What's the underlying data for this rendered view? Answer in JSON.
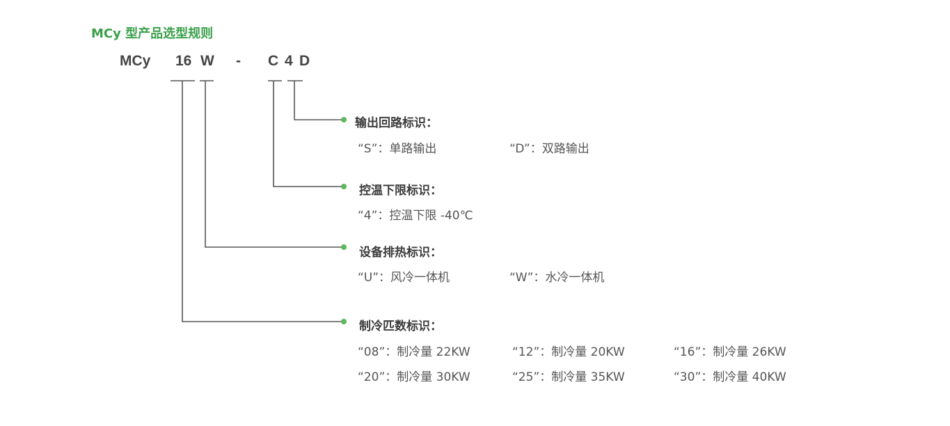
{
  "title": "MCy 型产品选型规则",
  "model_code": {
    "parts": [
      "MCy",
      "16",
      "W",
      "-",
      "C",
      "4",
      "D"
    ]
  },
  "accent_color": "#3aa04a",
  "line_color": "#555555",
  "sections": [
    {
      "heading": "输出回路标识：",
      "options": [
        "“S”：单路输出",
        "“D”：双路输出"
      ]
    },
    {
      "heading": "控温下限标识：",
      "options": [
        "“4”：控温下限 -40℃"
      ]
    },
    {
      "heading": "设备排热标识：",
      "options": [
        "“U”：风冷一体机",
        "“W”：水冷一体机"
      ]
    },
    {
      "heading": "制冷匹数标识：",
      "options": [
        "“08”：制冷量 22KW",
        "“12”：制冷量 20KW",
        "“16”：制冷量 26KW",
        "“20”：制冷量 30KW",
        "“25”：制冷量 35KW",
        "“30”：制冷量 40KW"
      ]
    }
  ]
}
